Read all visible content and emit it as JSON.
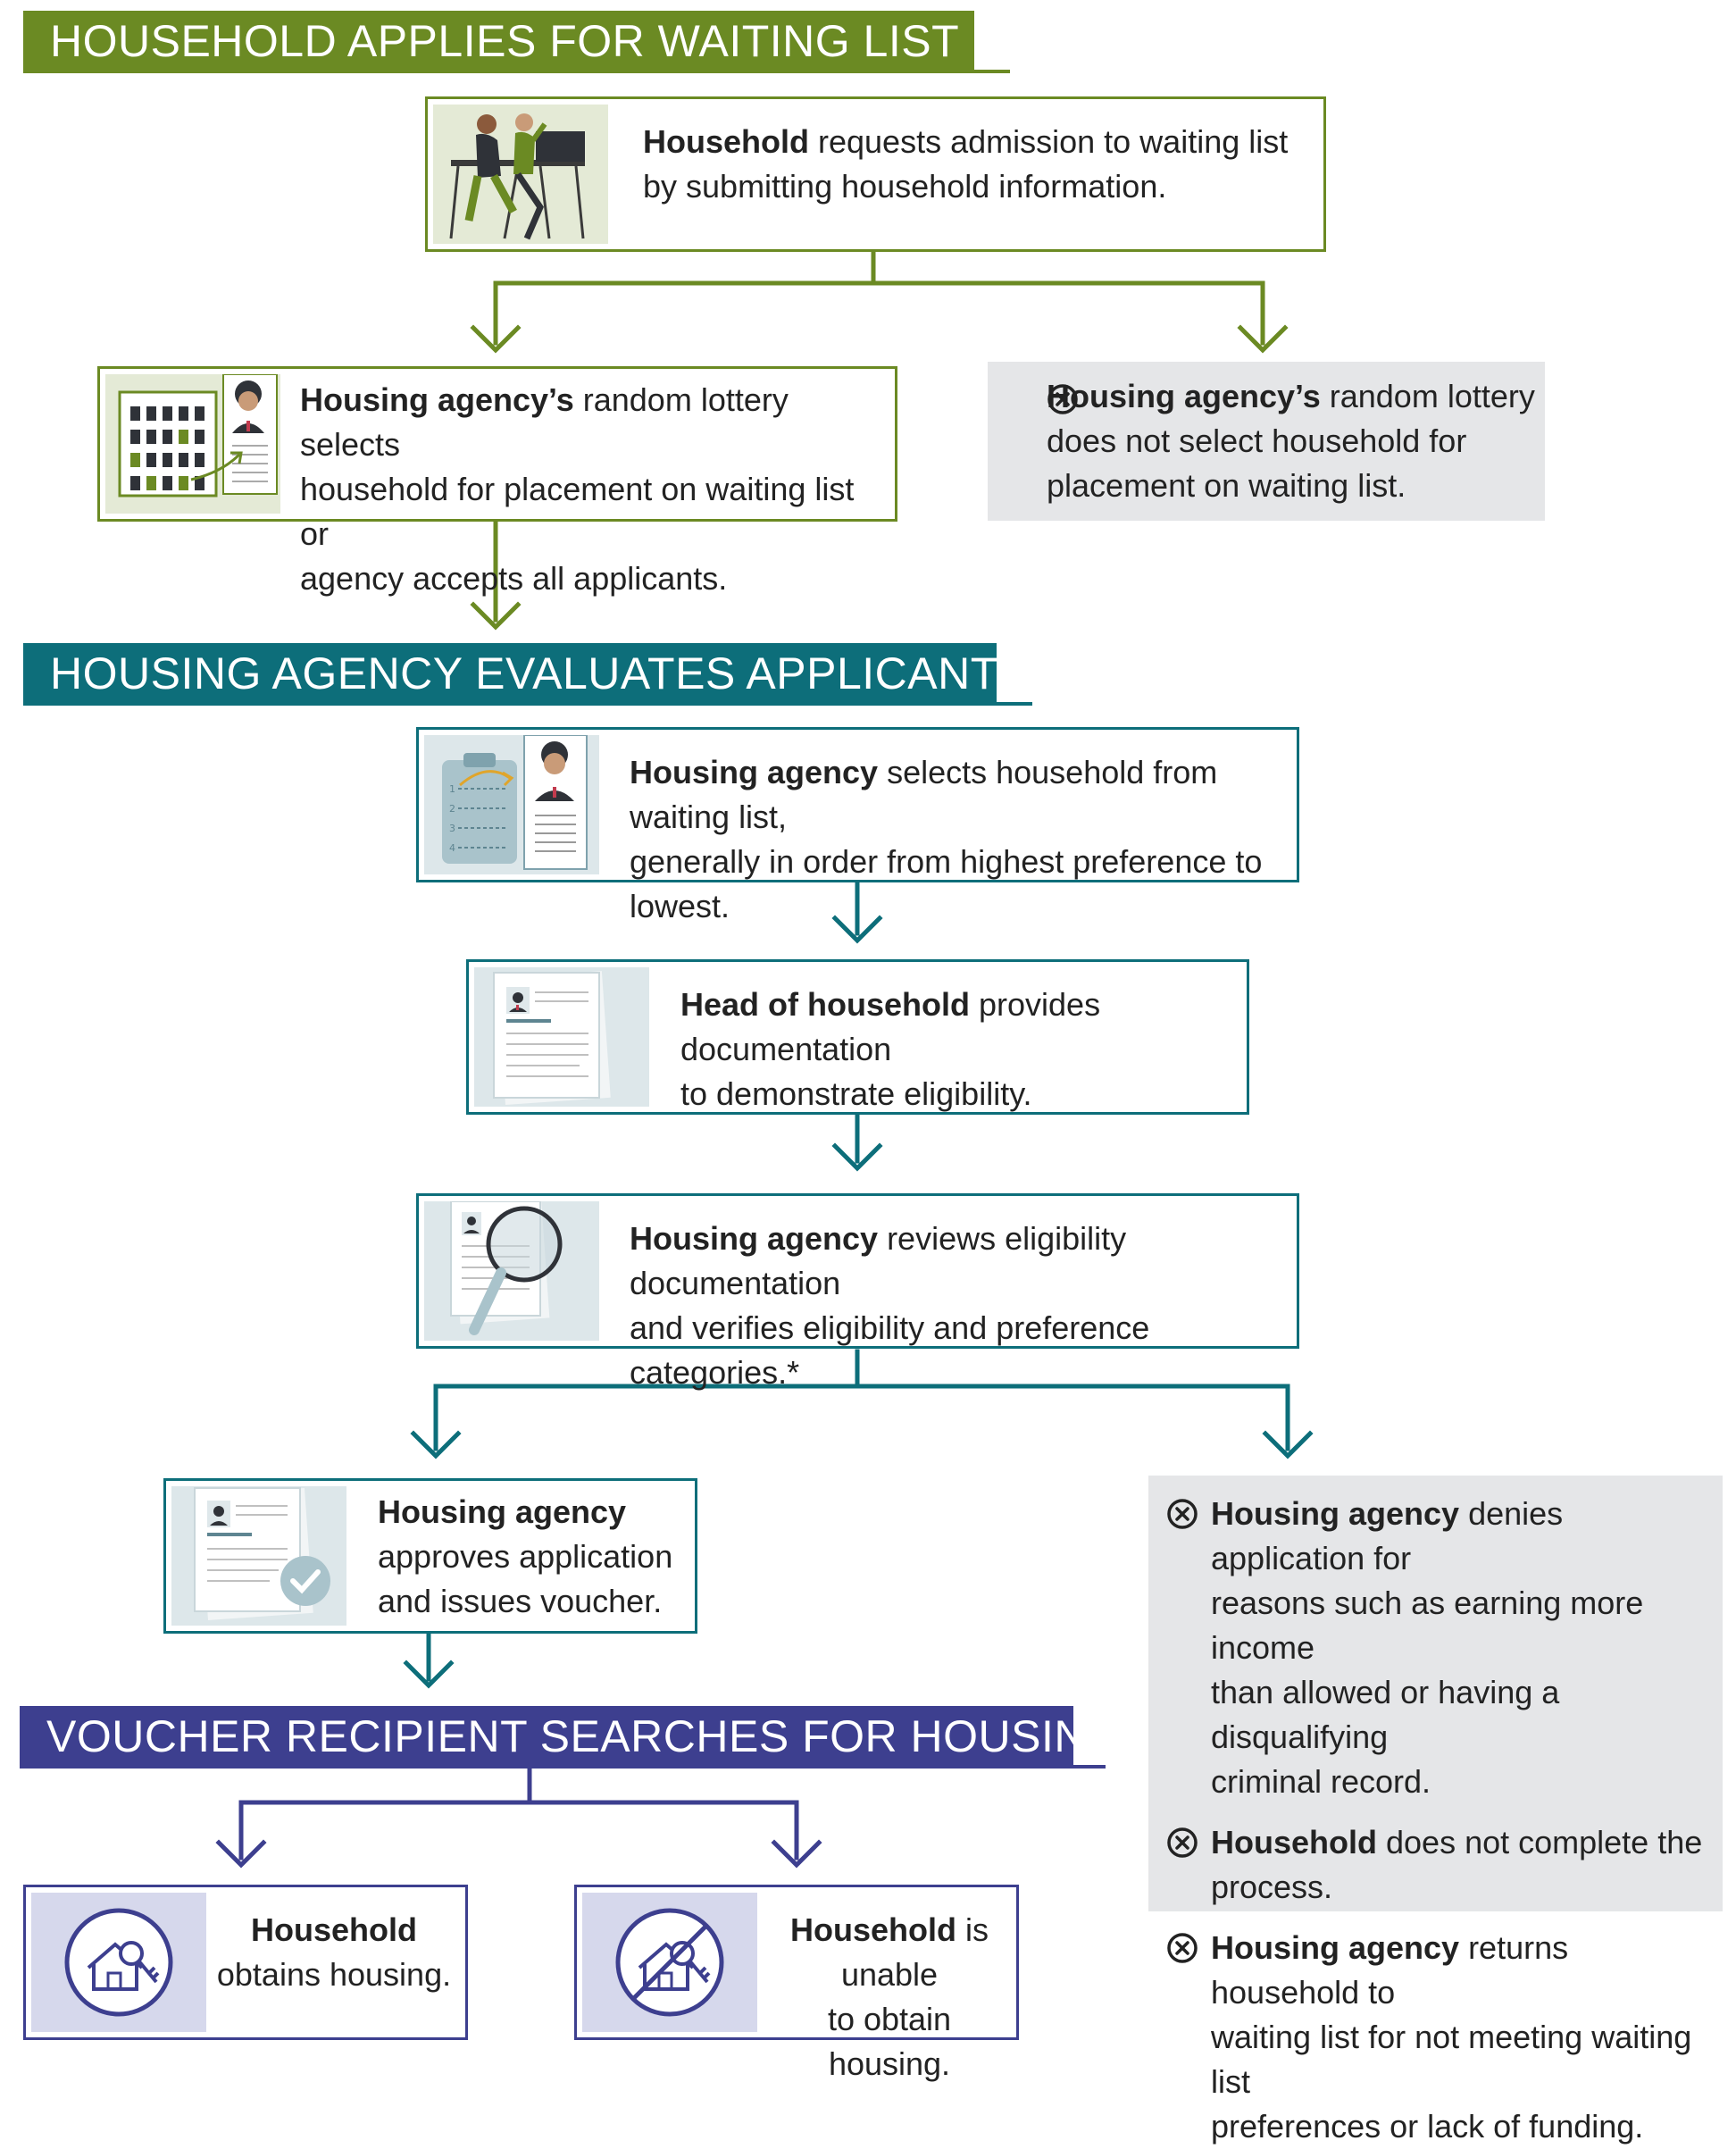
{
  "sections": {
    "apply": {
      "title": "HOUSEHOLD APPLIES FOR WAITING LIST",
      "color": "#6b8a23"
    },
    "evaluate": {
      "title": "HOUSING AGENCY EVALUATES APPLICANT",
      "color": "#0d6e7a"
    },
    "search": {
      "title": "VOUCHER RECIPIENT SEARCHES FOR HOUSING",
      "color": "#3d3f8f"
    }
  },
  "steps": {
    "request": {
      "bold": "Household",
      "line1": " requests admission to waiting list",
      "line2": "by submitting household information."
    },
    "lottery_yes": {
      "bold": "Housing agency’s",
      "line1": " random lottery selects",
      "line2": "household for placement on waiting list or",
      "line3": "agency accepts all applicants."
    },
    "lottery_no": {
      "bold": "Housing agency’s",
      "line1": " random lottery",
      "line2": "does not select household for",
      "line3": "placement on waiting list."
    },
    "select": {
      "bold": "Housing agency",
      "line1": " selects household from waiting list,",
      "line2": "generally in order from highest preference to lowest."
    },
    "docs": {
      "bold": "Head of household",
      "line1": " provides documentation",
      "line2": "to demonstrate eligibility."
    },
    "review": {
      "bold": "Housing agency",
      "line1": " reviews eligibility documentation",
      "line2": "and verifies eligibility and preference categories.*"
    },
    "approve": {
      "bold": "Housing agency",
      "line2": "approves application",
      "line3": "and issues voucher."
    },
    "obtains": {
      "bold": "Household",
      "line2": "obtains housing."
    },
    "unable": {
      "bold": "Household",
      "line1": " is unable",
      "line2": "to obtain housing."
    }
  },
  "denials": [
    {
      "bold": "Housing agency",
      "line1": " denies application for",
      "line2": "reasons such as earning more income",
      "line3": "than allowed or having a disqualifying",
      "line4": "criminal record."
    },
    {
      "bold": "Household",
      "line1": " does not complete the process."
    },
    {
      "bold": "Housing agency",
      "line1": " returns household to",
      "line2": "waiting list for not meeting waiting list",
      "line3": "preferences or lack of funding."
    }
  ],
  "icons": {
    "reject": "circle-x-icon",
    "people_at_desk": "people-at-desk-illustration",
    "lottery_grid": "lottery-grid-illustration",
    "clipboard_list": "clipboard-list-illustration",
    "document": "document-illustration",
    "magnifier": "magnifying-glass-illustration",
    "approved_doc": "approved-document-illustration",
    "house_keys": "house-keys-icon",
    "house_keys_no": "house-keys-prohibited-icon"
  }
}
